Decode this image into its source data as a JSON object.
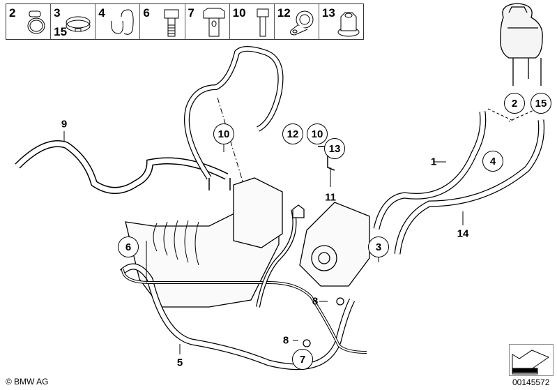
{
  "legend": [
    {
      "label": "2",
      "icon": "hose-clamp-icon"
    },
    {
      "label": "3",
      "label2": "15",
      "icon": "clamp-ring-icon"
    },
    {
      "label": "4",
      "icon": "double-clip-icon"
    },
    {
      "label": "6",
      "icon": "hex-bolt-icon"
    },
    {
      "label": "7",
      "icon": "banjo-bolt-icon"
    },
    {
      "label": "10",
      "icon": "small-bolt-icon"
    },
    {
      "label": "12",
      "icon": "pipe-clamp-icon"
    },
    {
      "label": "13",
      "icon": "flange-nut-icon"
    }
  ],
  "callouts": {
    "c9": "9",
    "c10a": "10",
    "c12": "12",
    "c10b": "10",
    "c13": "13",
    "c11": "11",
    "c2": "2",
    "c15": "15",
    "c1": "1",
    "c4": "4",
    "c14": "14",
    "c3": "3",
    "c6": "6",
    "c8a": "8",
    "c8b": "8",
    "c7": "7",
    "c5": "5"
  },
  "footer": {
    "copyright": "© BMW AG",
    "image_number": "00145572"
  }
}
